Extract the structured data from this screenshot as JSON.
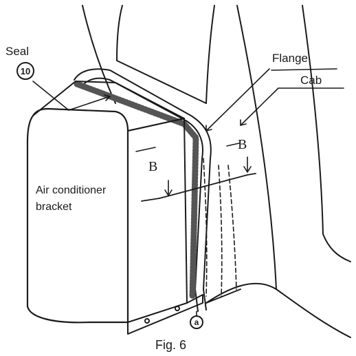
{
  "labels": {
    "seal": "Seal",
    "seal_number": "10",
    "flange": "Flange",
    "cab": "Cab",
    "section_left": "B",
    "section_right": "B",
    "bracket_line1": "Air conditioner",
    "bracket_line2": "bracket",
    "marker": "a"
  },
  "caption": "Fig. 6"
}
